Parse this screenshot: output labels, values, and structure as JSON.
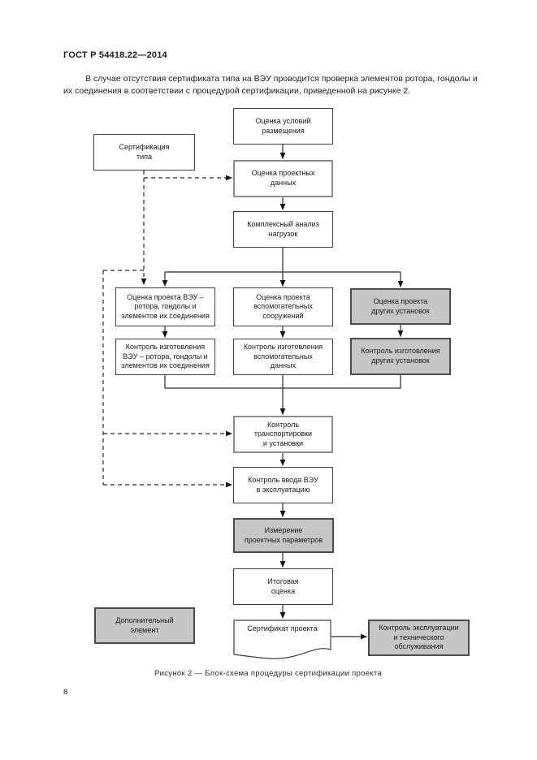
{
  "page": {
    "header": "ГОСТ Р 54418.22—2014",
    "paragraph": "В случае отсутствия сертификата типа на ВЭУ проводится проверка элементов ротора, гондолы и\nих соединения в соответствии с процедурой сертификации, приведенной на рисунке 2.",
    "caption": "Рисунок 2 — Блок-схема процедуры сертификации проекта",
    "page_number": "8"
  },
  "colors": {
    "box_fill_white": "#ffffff",
    "box_fill_gray": "#c6c6c6",
    "line": "#2b2b2b",
    "text": "#1a1a1a"
  },
  "nodes": {
    "type_certification": {
      "label": "Сертификация\nтипа"
    },
    "site_conditions": {
      "label": "Оценка условий\nразмещения"
    },
    "design_data": {
      "label": "Оценка проектных\nданных"
    },
    "load_analysis": {
      "label": "Комплексный анализ\nнагрузок"
    },
    "rotor_assessment": {
      "label": "Оценка проекта ВЭУ –\nротора, гондолы и\nэлементов их соединения"
    },
    "aux_assessment": {
      "label": "Оценка проекта\nвспомогательных\nсооружений"
    },
    "other_assessment": {
      "label": "Оценка проекта\nдругих установок"
    },
    "rotor_control": {
      "label": "Контроль изготовления\nВЭУ – ротора, гондолы и\nэлементов их соединения"
    },
    "aux_control": {
      "label": "Контроль изготовления\nвспомогательных\nданных"
    },
    "other_control": {
      "label": "Контроль изготовления\nдругих установок"
    },
    "transport_control": {
      "label": "Контроль\nтранспортировки\nи установки"
    },
    "commissioning_control": {
      "label": "Контроль ввода ВЭУ\nв эксплуатацию"
    },
    "parameter_measurement": {
      "label": "Измерение\nпроектных параметров"
    },
    "final_assessment": {
      "label": "Итоговая\nоценка"
    },
    "project_certificate": {
      "label": "Сертификат проекта"
    },
    "maintenance_control": {
      "label": "Контроль эксплуатации\nи технического\nобслуживания"
    },
    "additional_element_legend": {
      "label": "Дополнительный\nэлемент"
    }
  }
}
